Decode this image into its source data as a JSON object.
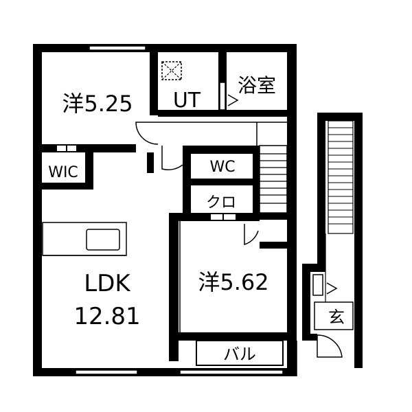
{
  "floor_plan": {
    "rooms": {
      "western_a": "洋5.25",
      "utility": "UT",
      "bath": "浴室",
      "walk_in_closet": "WIC",
      "toilet": "WC",
      "closet": "クロ",
      "living_dining_kitchen": "LDK",
      "living_dining_kitchen_area": "12.81",
      "western_b": "洋5.62",
      "balcony": "バル",
      "entrance": "玄"
    },
    "colors": {
      "wall": "#000000",
      "background": "#ffffff"
    }
  }
}
